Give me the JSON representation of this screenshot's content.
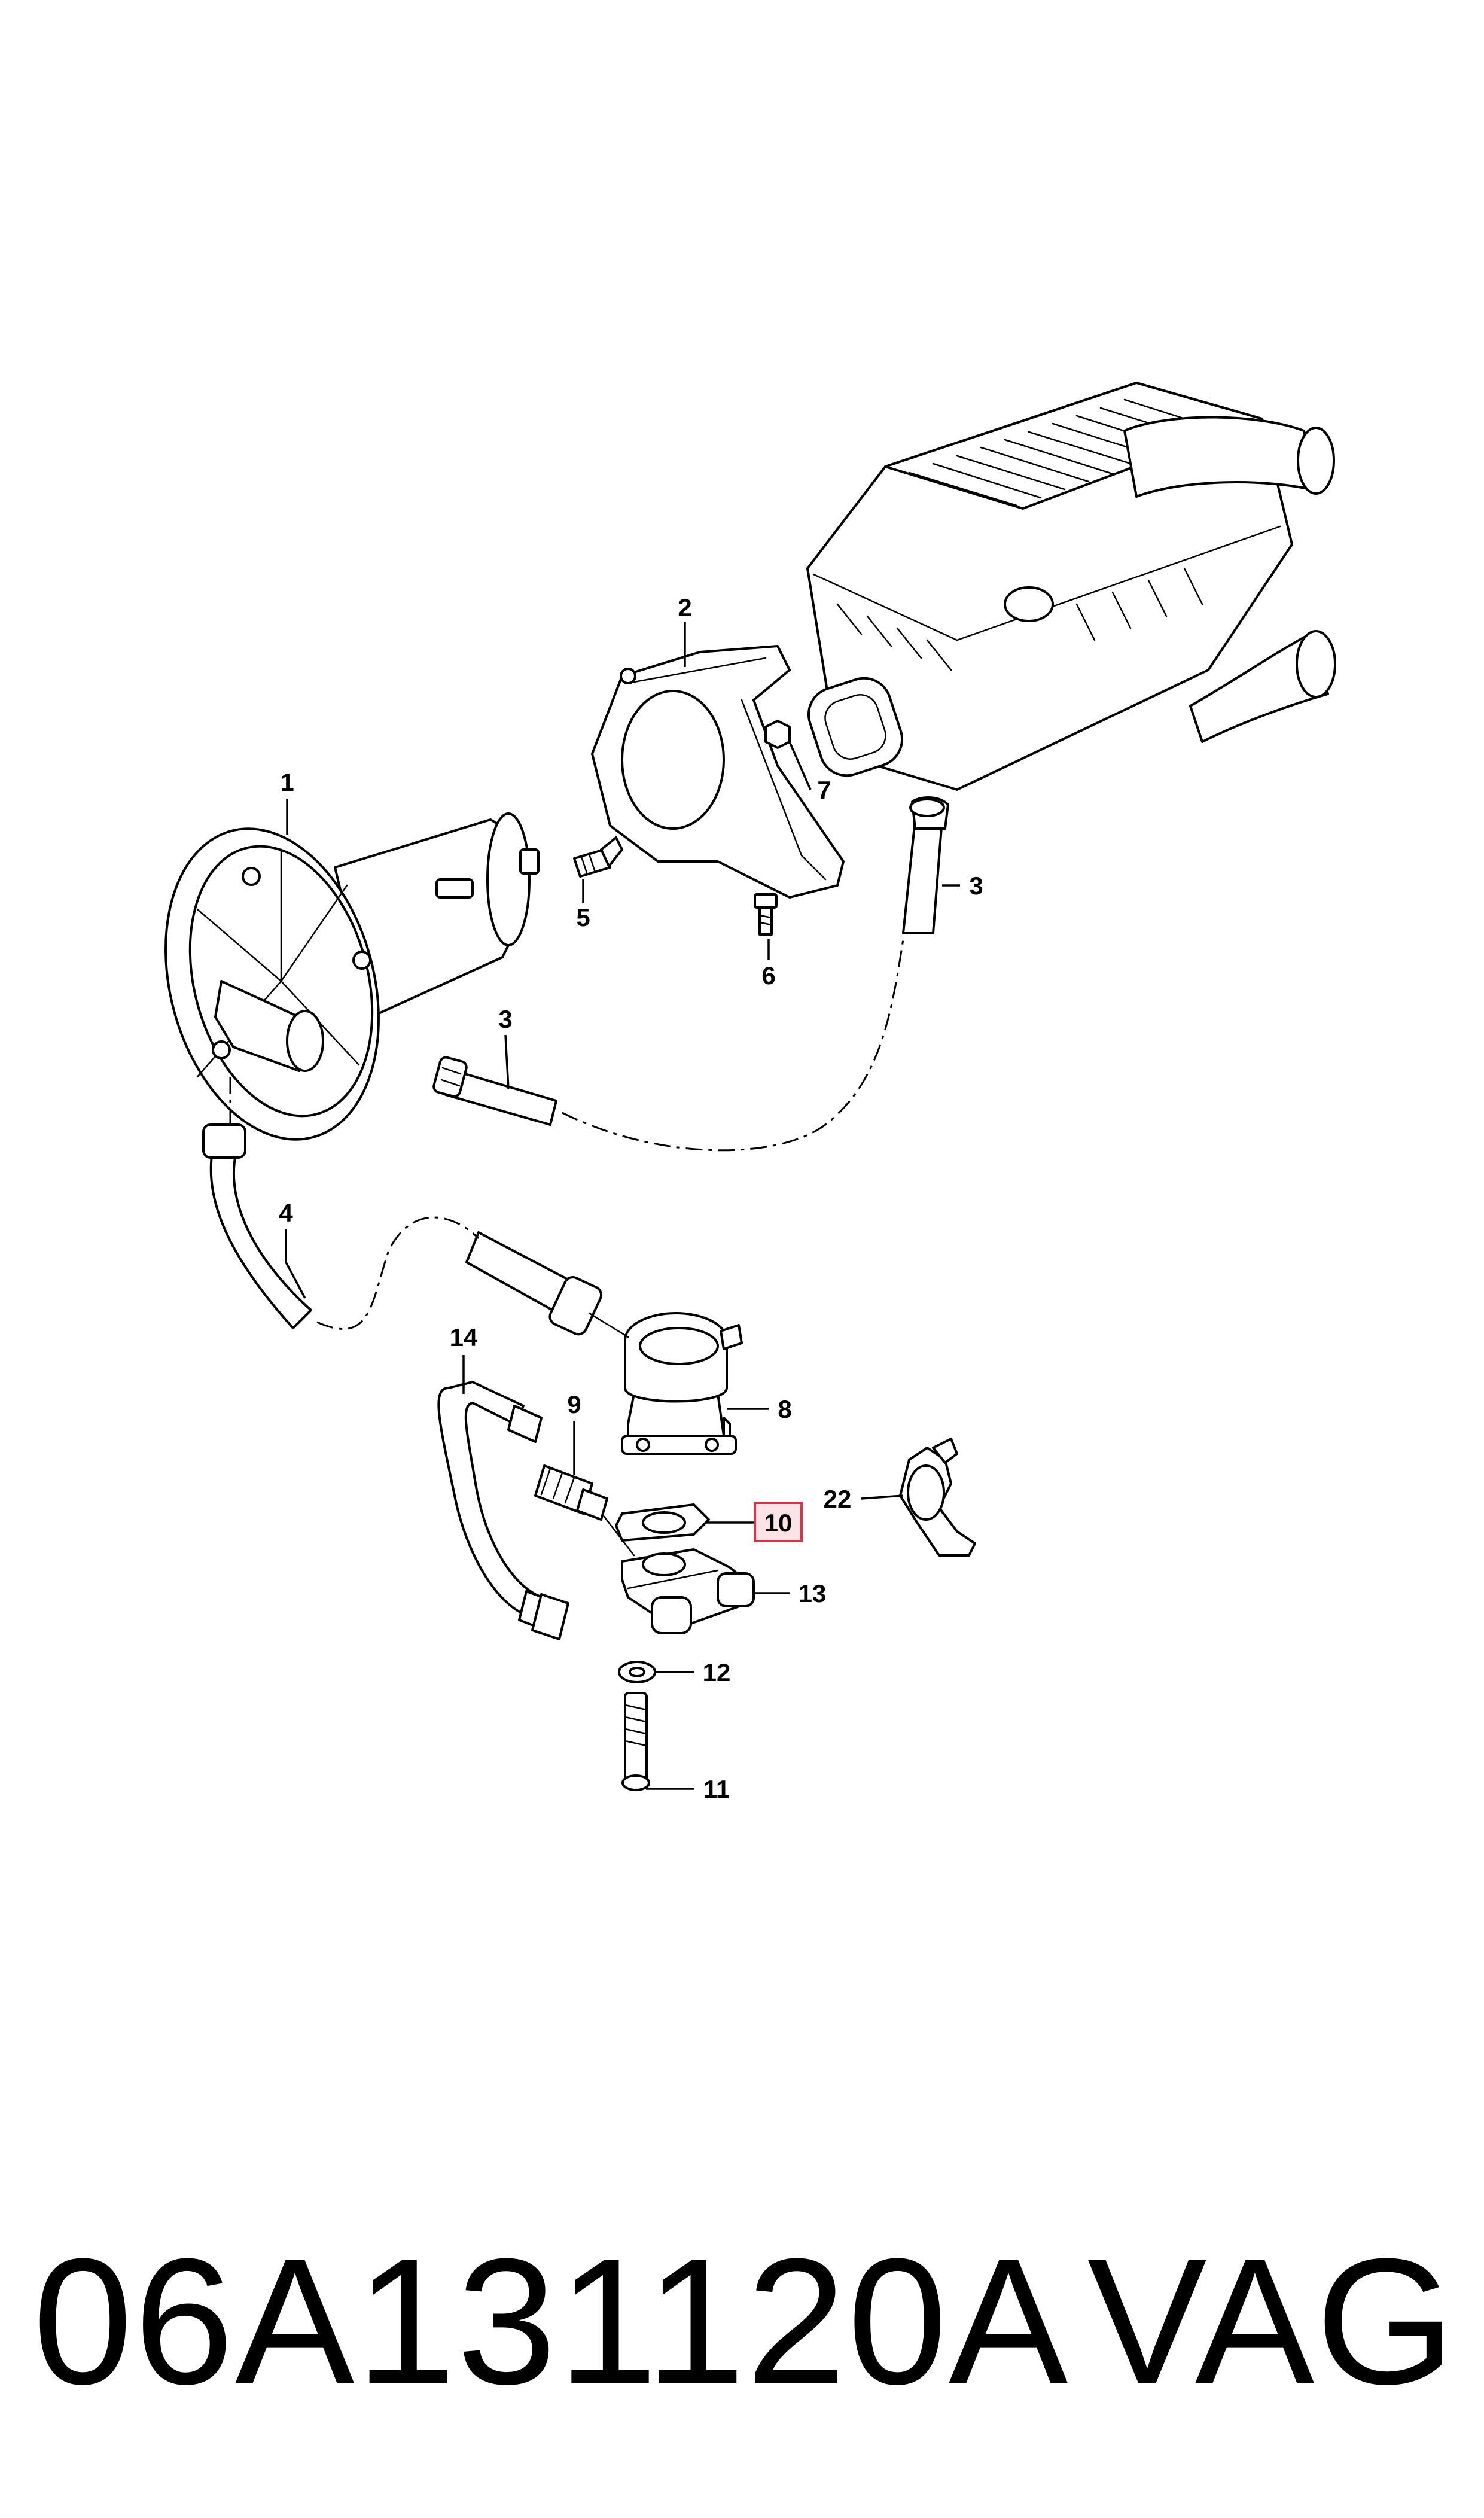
{
  "callouts": [
    {
      "id": "1",
      "text": "1"
    },
    {
      "id": "2",
      "text": "2"
    },
    {
      "id": "3a",
      "text": "3"
    },
    {
      "id": "3b",
      "text": "3"
    },
    {
      "id": "4",
      "text": "4"
    },
    {
      "id": "5",
      "text": "5"
    },
    {
      "id": "6",
      "text": "6"
    },
    {
      "id": "7",
      "text": "7"
    },
    {
      "id": "8",
      "text": "8"
    },
    {
      "id": "9",
      "text": "9"
    },
    {
      "id": "10",
      "text": "10",
      "highlighted": true
    },
    {
      "id": "11",
      "text": "11"
    },
    {
      "id": "12",
      "text": "12"
    },
    {
      "id": "13",
      "text": "13"
    },
    {
      "id": "14",
      "text": "14"
    },
    {
      "id": "22",
      "text": "22"
    }
  ],
  "footer": {
    "part_number": "06A131120A",
    "brand": "VAG"
  },
  "colors": {
    "line": "#000000",
    "background": "#ffffff",
    "highlight_border": "#d9324a",
    "highlight_fill": "#fbe3e6"
  }
}
